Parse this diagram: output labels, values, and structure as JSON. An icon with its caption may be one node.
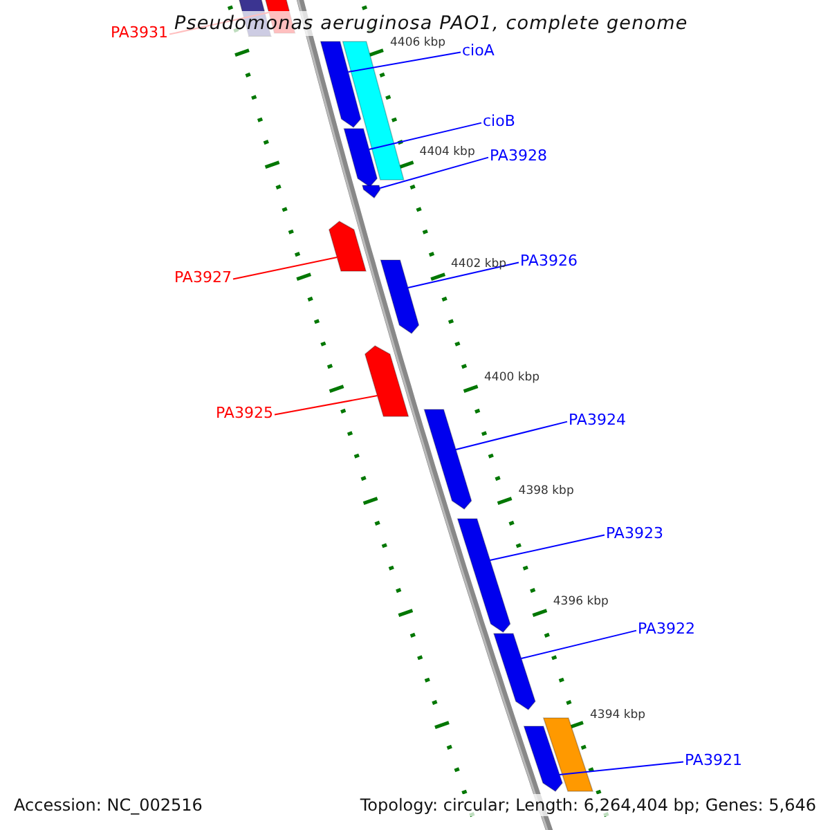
{
  "diagram": {
    "title": "Pseudomonas aeruginosa PAO1, complete genome",
    "nodes": [
      {
        "text": [
          "PA3931"
        ]
      },
      {
        "text": [],
        "shape": "arrow"
      },
      {
        "text": [],
        "shape": "arrow"
      },
      {
        "text": [
          "cioA"
        ]
      },
      {
        "text": [],
        "shape": "arrow"
      },
      {
        "text": [],
        "shape": "bar"
      },
      {
        "text": [
          "cioB"
        ]
      },
      {
        "text": [],
        "shape": "arrow"
      },
      {
        "text": [
          "PA3928"
        ]
      },
      {
        "text": [],
        "shape": "arrow"
      },
      {
        "text": [
          "PA3927"
        ]
      },
      {
        "text": [],
        "shape": "arrow"
      },
      {
        "text": [
          "PA3926"
        ]
      },
      {
        "text": [],
        "shape": "arrow"
      },
      {
        "text": [
          "PA3925"
        ]
      },
      {
        "text": [],
        "shape": "arrow"
      },
      {
        "text": [
          "PA3924"
        ]
      },
      {
        "text": [],
        "shape": "arrow"
      },
      {
        "text": [
          "PA3923"
        ]
      },
      {
        "text": [],
        "shape": "arrow"
      },
      {
        "text": [
          "PA3922"
        ]
      },
      {
        "text": [],
        "shape": "arrow"
      },
      {
        "text": [
          "PA3921"
        ]
      },
      {
        "text": [],
        "shape": "arrow"
      },
      {
        "text": [],
        "shape": "bar"
      }
    ],
    "edges": [
      {
        "from": 0,
        "to": 2,
        "arrow": "none",
        "color": "#ff0000"
      },
      {
        "from": 3,
        "to": 4,
        "arrow": "none"
      },
      {
        "from": 6,
        "to": 7,
        "arrow": "none"
      },
      {
        "from": 8,
        "to": 9,
        "arrow": "none"
      },
      {
        "from": 10,
        "to": 11,
        "arrow": "none",
        "color": "#ff0000"
      },
      {
        "from": 12,
        "to": 13,
        "arrow": "none"
      },
      {
        "from": 14,
        "to": 15,
        "arrow": "none",
        "color": "#ff0000"
      },
      {
        "from": 16,
        "to": 17,
        "arrow": "none"
      },
      {
        "from": 18,
        "to": 19,
        "arrow": "none"
      },
      {
        "from": 20,
        "to": 21,
        "arrow": "none"
      },
      {
        "from": 22,
        "to": 23,
        "arrow": "none"
      }
    ],
    "labels": [
      "4406 kbp",
      "4404 kbp",
      "4402 kbp",
      "4400 kbp",
      "4398 kbp",
      "4396 kbp",
      "4394 kbp",
      "Accession: NC_002516",
      "Topology: circular; Length: 6,264,404 bp; Genes: 5,646"
    ]
  }
}
